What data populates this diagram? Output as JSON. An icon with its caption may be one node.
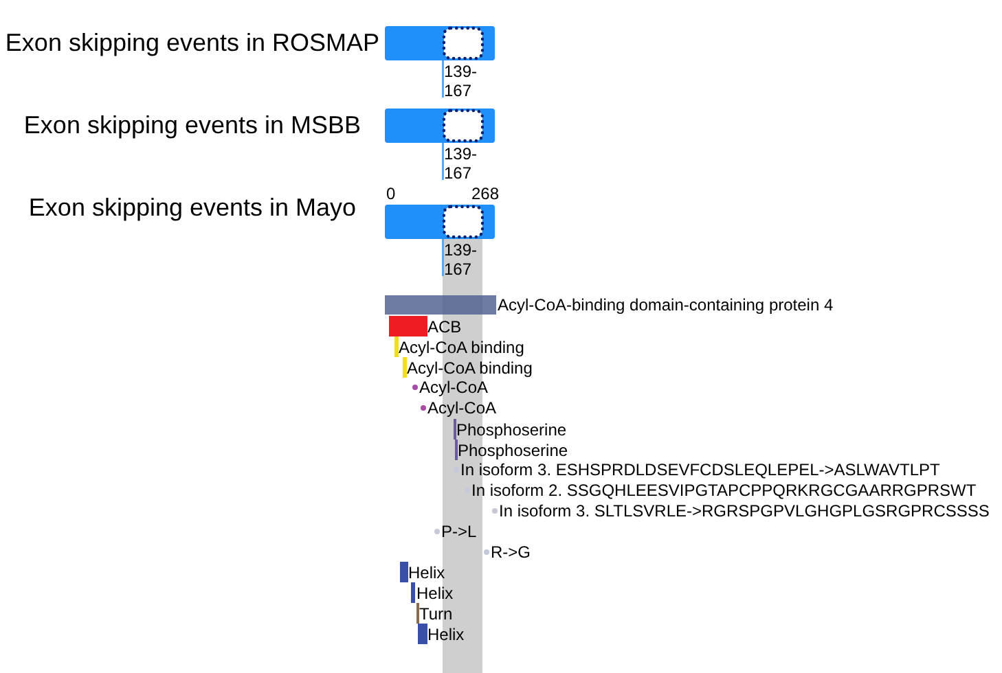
{
  "diagram": {
    "nodes": [
      {
        "text": [],
        "shape": "bar",
        "beside": [
          "Acyl-CoA-binding domain-containing protein 4"
        ]
      },
      {
        "text": [],
        "shape": "bar",
        "beside": [
          "ACB"
        ]
      },
      {
        "text": [],
        "shape": "bar",
        "beside": [
          "Acyl-CoA binding"
        ]
      },
      {
        "text": [],
        "shape": "bar",
        "beside": [
          "Acyl-CoA binding"
        ]
      },
      {
        "text": [],
        "shape": "circle",
        "beside": [
          "Acyl-CoA"
        ]
      },
      {
        "text": [],
        "shape": "circle",
        "beside": [
          "Acyl-CoA"
        ]
      },
      {
        "text": [],
        "shape": "bar",
        "beside": [
          "Phosphoserine"
        ]
      },
      {
        "text": [],
        "shape": "bar",
        "beside": [
          "Phosphoserine"
        ]
      },
      {
        "text": [],
        "shape": "circle",
        "beside": [
          "In isoform 3. ESHSPRDLDSEVFCDSLEQLEPEL->ASLWAVTLPT"
        ]
      },
      {
        "text": [],
        "shape": "circle",
        "beside": [
          "In isoform 2. SSGQHLEESVIPGTAPCPPQRKRGCGAARRGPRSWT"
        ]
      },
      {
        "text": [],
        "shape": "circle",
        "beside": [
          "In isoform 3. SLTLSVRLE->RGRSPGPVLGHGPLGSRGPRCSSSS"
        ]
      },
      {
        "text": [],
        "shape": "circle",
        "beside": [
          "P->L"
        ]
      },
      {
        "text": [],
        "shape": "circle",
        "beside": [
          "R->G"
        ]
      },
      {
        "text": [],
        "shape": "bar",
        "beside": [
          "Helix"
        ]
      },
      {
        "text": [],
        "shape": "bar",
        "beside": [
          "Helix"
        ]
      },
      {
        "text": [],
        "shape": "bar",
        "beside": [
          "Turn"
        ]
      },
      {
        "text": [],
        "shape": "bar",
        "beside": [
          "Helix"
        ]
      }
    ],
    "labels": [
      "Exon skipping events in ROSMAP",
      "139-167",
      "Exon skipping events in MSBB",
      "139-167",
      "Exon skipping events in Mayo",
      "0",
      "268",
      "139-167"
    ]
  }
}
